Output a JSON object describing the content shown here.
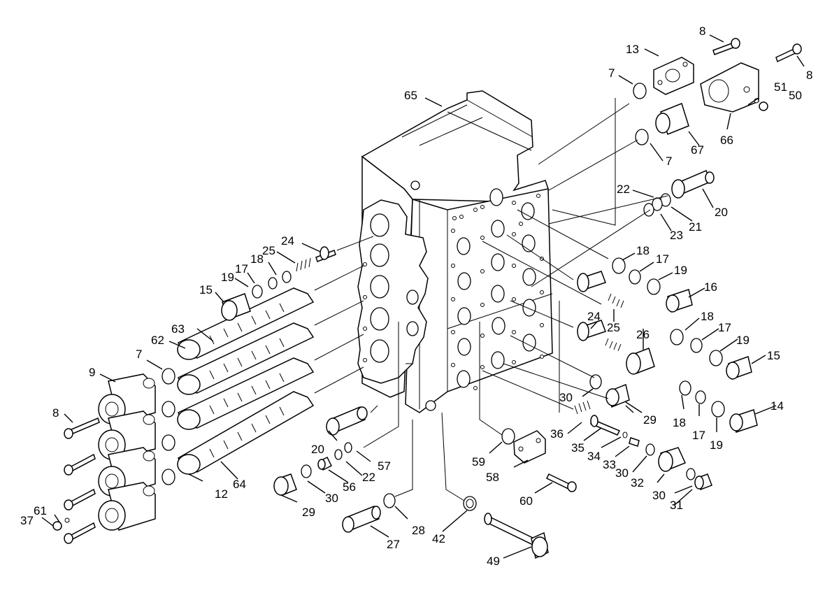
{
  "callouts": [
    {
      "id": "c8a",
      "text": "8"
    },
    {
      "id": "c8b",
      "text": "8"
    },
    {
      "id": "c13",
      "text": "13"
    },
    {
      "id": "c7a",
      "text": "7"
    },
    {
      "id": "c65",
      "text": "65"
    },
    {
      "id": "c51",
      "text": "51"
    },
    {
      "id": "c50",
      "text": "50"
    },
    {
      "id": "c66",
      "text": "66"
    },
    {
      "id": "c67",
      "text": "67"
    },
    {
      "id": "c7b",
      "text": "7"
    },
    {
      "id": "c22a",
      "text": "22"
    },
    {
      "id": "c20a",
      "text": "20"
    },
    {
      "id": "c21",
      "text": "21"
    },
    {
      "id": "c23",
      "text": "23"
    },
    {
      "id": "c24a",
      "text": "24"
    },
    {
      "id": "c25a",
      "text": "25"
    },
    {
      "id": "c18a",
      "text": "18"
    },
    {
      "id": "c17a",
      "text": "17"
    },
    {
      "id": "c19a",
      "text": "19"
    },
    {
      "id": "c15a",
      "text": "15"
    },
    {
      "id": "c18b",
      "text": "18"
    },
    {
      "id": "c17b",
      "text": "17"
    },
    {
      "id": "c19b",
      "text": "19"
    },
    {
      "id": "c16",
      "text": "16"
    },
    {
      "id": "c24b",
      "text": "24"
    },
    {
      "id": "c25b",
      "text": "25"
    },
    {
      "id": "c63",
      "text": "63"
    },
    {
      "id": "c62",
      "text": "62"
    },
    {
      "id": "c7c",
      "text": "7"
    },
    {
      "id": "c9",
      "text": "9"
    },
    {
      "id": "c26",
      "text": "26"
    },
    {
      "id": "c18c",
      "text": "18"
    },
    {
      "id": "c17c",
      "text": "17"
    },
    {
      "id": "c19c",
      "text": "19"
    },
    {
      "id": "c15b",
      "text": "15"
    },
    {
      "id": "c30a",
      "text": "30"
    },
    {
      "id": "c8c",
      "text": "8"
    },
    {
      "id": "c29a",
      "text": "29"
    },
    {
      "id": "c14",
      "text": "14"
    },
    {
      "id": "c18d",
      "text": "18"
    },
    {
      "id": "c17d",
      "text": "17"
    },
    {
      "id": "c19d",
      "text": "19"
    },
    {
      "id": "c36",
      "text": "36"
    },
    {
      "id": "c35",
      "text": "35"
    },
    {
      "id": "c34",
      "text": "34"
    },
    {
      "id": "c33",
      "text": "33"
    },
    {
      "id": "c20b",
      "text": "20"
    },
    {
      "id": "c57",
      "text": "57"
    },
    {
      "id": "c22b",
      "text": "22"
    },
    {
      "id": "c59",
      "text": "59"
    },
    {
      "id": "c58",
      "text": "58"
    },
    {
      "id": "c30b",
      "text": "30"
    },
    {
      "id": "c32",
      "text": "32"
    },
    {
      "id": "c12",
      "text": "12"
    },
    {
      "id": "c64",
      "text": "64"
    },
    {
      "id": "c56",
      "text": "56"
    },
    {
      "id": "c30c",
      "text": "30"
    },
    {
      "id": "c30d",
      "text": "30"
    },
    {
      "id": "c31",
      "text": "31"
    },
    {
      "id": "c60",
      "text": "60"
    },
    {
      "id": "c29b",
      "text": "29"
    },
    {
      "id": "c61",
      "text": "61"
    },
    {
      "id": "c37",
      "text": "37"
    },
    {
      "id": "c28",
      "text": "28"
    },
    {
      "id": "c42",
      "text": "42"
    },
    {
      "id": "c27",
      "text": "27"
    },
    {
      "id": "c49",
      "text": "49"
    }
  ]
}
